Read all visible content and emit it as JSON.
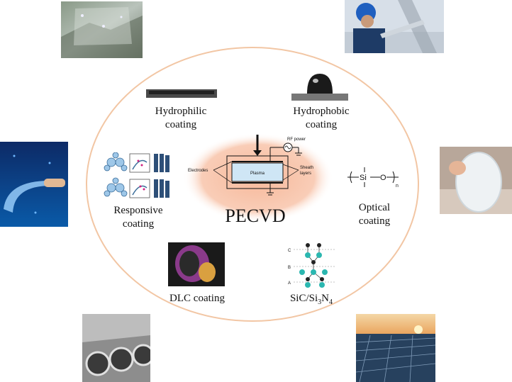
{
  "center": {
    "title": "PECVD",
    "diagram": {
      "electrodes": "Electrodes",
      "plasma": "Plasma",
      "rf_power": "RF power",
      "sheath_line1": "Sheath",
      "sheath_line2": "layers"
    }
  },
  "coatings": {
    "hydrophilic": [
      "Hydrophilic",
      "coating"
    ],
    "hydrophobic": [
      "Hydrophobic",
      "coating"
    ],
    "responsive": [
      "Responsive",
      "coating"
    ],
    "optical": [
      "Optical",
      "coating"
    ],
    "dlc": "DLC coating",
    "sic": {
      "prefix": "SiC/Si",
      "sub1": "3",
      "mid": "N",
      "sub2": "4"
    }
  },
  "optical_formula": {
    "si": "Si",
    "o": "O",
    "n": "n"
  },
  "sic_layers": [
    "C",
    "B",
    "A"
  ],
  "colors": {
    "ring": "#f2c6a4",
    "glow": "#f7b89a",
    "plasma_box": "#cfe6f5",
    "atom_cyan": "#2bb7b0",
    "atom_dark": "#222222"
  },
  "icons": [
    "windshield-photo",
    "lineman-photo",
    "flexible-screen-photo",
    "optical-lens-photo",
    "engine-block-photo",
    "solar-panel-photo"
  ]
}
